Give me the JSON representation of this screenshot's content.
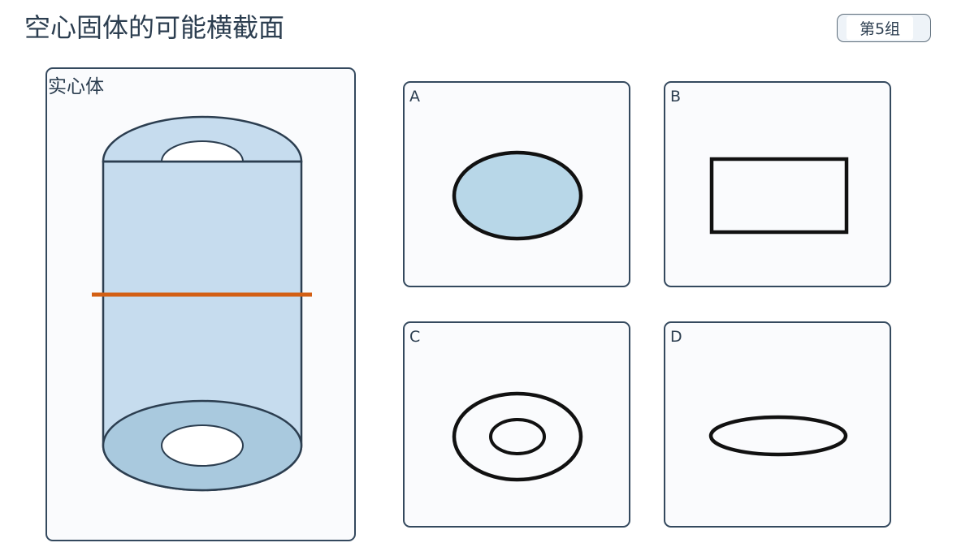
{
  "header": {
    "title": "空心固体的可能横截面",
    "group_label": "第5组"
  },
  "solid": {
    "label": "实心体",
    "fill_color": "#c6dcee",
    "base_color": "#a9c9de",
    "cut_line_color": "#d35f14",
    "icon": "hollow-cylinder"
  },
  "options": [
    {
      "label": "A",
      "shape": "filled-ellipse",
      "fill_color": "#b8d7e8"
    },
    {
      "label": "B",
      "shape": "rectangle-outline"
    },
    {
      "label": "C",
      "shape": "concentric-ellipses"
    },
    {
      "label": "D",
      "shape": "flat-ellipse-outline"
    }
  ]
}
